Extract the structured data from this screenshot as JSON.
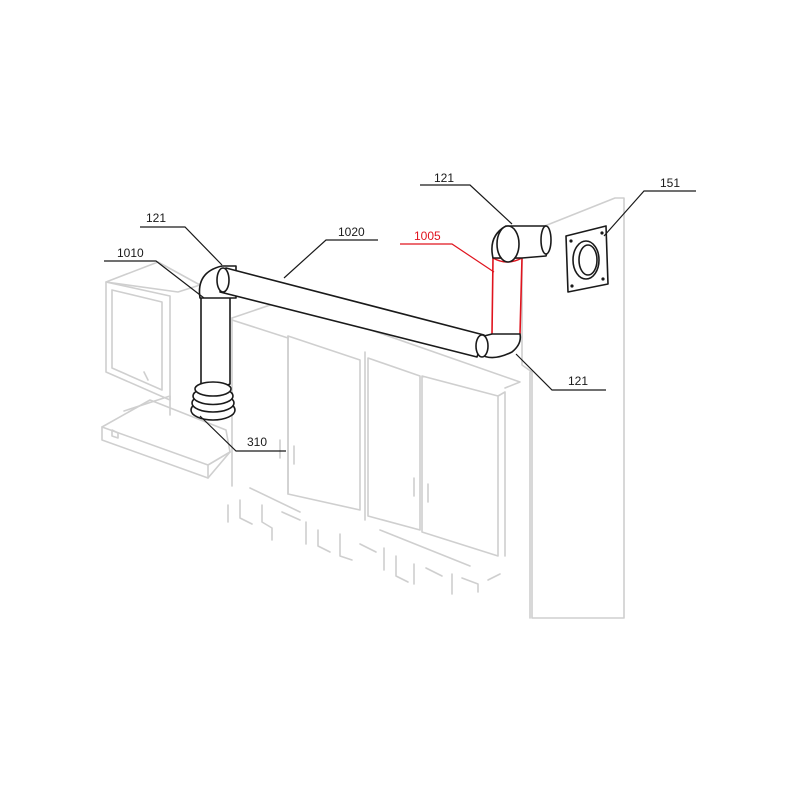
{
  "colors": {
    "ink": "#1a1a1a",
    "ghost": "#cfcfcf",
    "highlight": "#e0141e"
  },
  "labels": {
    "elbow_left": "121",
    "riser_left": "1010",
    "straight_pipe": "1020",
    "riser_right": "1005",
    "elbow_top_right": "121",
    "wall_flange": "151",
    "elbow_bottom_right": "121",
    "hood_adapter": "310"
  }
}
